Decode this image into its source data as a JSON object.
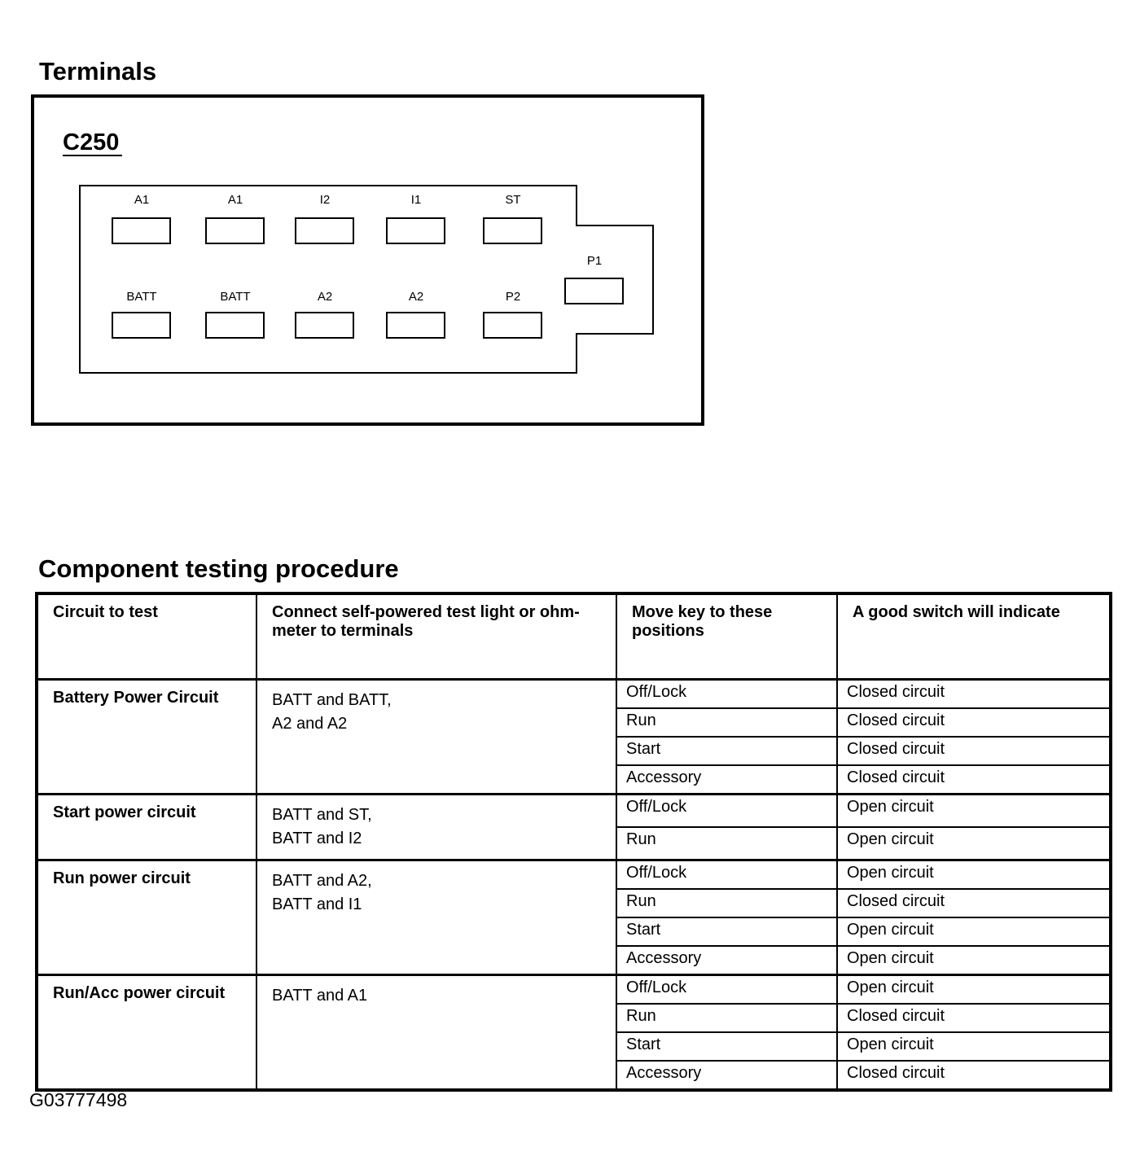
{
  "terminals": {
    "title": "Terminals",
    "connector_id": "C250",
    "pins_top": [
      "A1",
      "A1",
      "I2",
      "I1",
      "ST"
    ],
    "pins_bottom": [
      "BATT",
      "BATT",
      "A2",
      "A2",
      "P2"
    ],
    "pin_side": "P1"
  },
  "procedure": {
    "title": "Component testing procedure",
    "headers": [
      "Circuit to test",
      "Connect self-powered test light or ohm-\nmeter to terminals",
      "Move key to these\npositions",
      "A good switch will indicate"
    ],
    "groups": [
      {
        "circuit": "Battery Power Circuit",
        "connection": "BATT and BATT,\nA2 and A2",
        "rows": [
          {
            "position": "Off/Lock",
            "indication": "Closed circuit"
          },
          {
            "position": "Run",
            "indication": "Closed circuit"
          },
          {
            "position": "Start",
            "indication": "Closed circuit"
          },
          {
            "position": "Accessory",
            "indication": "Closed circuit"
          }
        ]
      },
      {
        "circuit": "Start power circuit",
        "connection": "BATT and ST,\nBATT and I2",
        "rows": [
          {
            "position": "Off/Lock",
            "indication": "Open circuit"
          },
          {
            "position": "Run",
            "indication": "Open circuit"
          }
        ]
      },
      {
        "circuit": "Run power circuit",
        "connection": "BATT and A2,\nBATT and I1",
        "rows": [
          {
            "position": "Off/Lock",
            "indication": "Open circuit"
          },
          {
            "position": "Run",
            "indication": "Closed circuit"
          },
          {
            "position": "Start",
            "indication": "Open circuit"
          },
          {
            "position": "Accessory",
            "indication": "Open circuit"
          }
        ]
      },
      {
        "circuit": "Run/Acc power circuit",
        "connection": "BATT and A1",
        "rows": [
          {
            "position": "Off/Lock",
            "indication": "Open circuit"
          },
          {
            "position": "Run",
            "indication": "Closed circuit"
          },
          {
            "position": "Start",
            "indication": "Open circuit"
          },
          {
            "position": "Accessory",
            "indication": "Closed circuit"
          }
        ]
      }
    ]
  },
  "figure_id": "G03777498"
}
